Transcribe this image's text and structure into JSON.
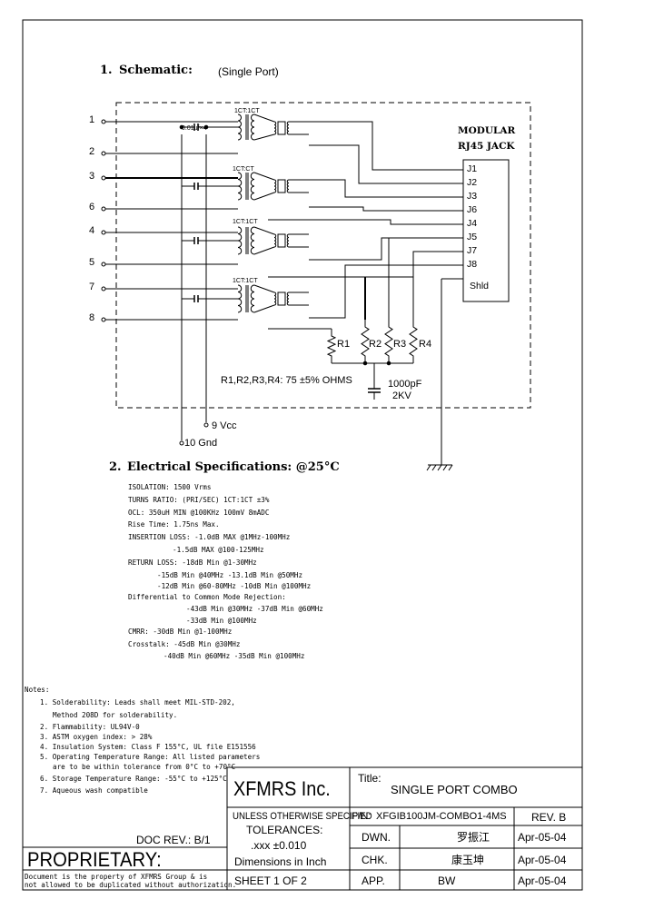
{
  "section1": {
    "num": "1.",
    "title": "Schematic:",
    "subtitle": "(Single Port)"
  },
  "pins": [
    "1",
    "2",
    "3",
    "6",
    "4",
    "5",
    "7",
    "8"
  ],
  "cap_label": "0.01uf×4",
  "ratio_labels": [
    "1CT:1CT",
    "1CT:CT",
    "1CT:1CT",
    "1CT:1CT"
  ],
  "jack": {
    "title_line1": "MODULAR",
    "title_line2": "RJ45 JACK",
    "pins": [
      "J1",
      "J2",
      "J3",
      "J6",
      "J4",
      "J5",
      "J7",
      "J8"
    ],
    "shield": "Shld"
  },
  "resistors": [
    "R1",
    "R2",
    "R3",
    "R4"
  ],
  "resistor_note": "R1,R2,R3,R4:  75  ±5%  OHMS",
  "hv_cap": {
    "value": "1000pF",
    "rating": "2KV"
  },
  "power": {
    "vcc": "9  Vcc",
    "gnd": "10  Gnd"
  },
  "section2": {
    "num": "2.",
    "title": "Electrical    Specifications:  @25°C"
  },
  "specs": [
    "ISOLATION:  1500 Vrms",
    "TURNS RATIO:  (PRI/SEC)  1CT:1CT ±3%",
    "OCL:  350uH MIN @100KHz 100mV 8mADC",
    "Rise Time: 1.75ns Max.",
    "INSERTION LOSS:  -1.0dB MAX @1MHz-100MHz",
    "-1.5dB MAX @100-125MHz",
    "RETURN LOSS:  -18dB Min @1-30MHz",
    "-15dB Min @40MHz -13.1dB Min @50MHz",
    "-12dB Min @60-80MHz -10dB Min @100MHz",
    "Differential to Common Mode Rejection:",
    "-43dB Min @30MHz -37dB Min @60MHz",
    "-33dB Min @100MHz",
    "CMRR: -30dB Min @1-100MHz",
    "Crosstalk:  -45dB Min @30MHz",
    "-40dB Min @60MHz  -35dB Min @100MHz"
  ],
  "notes_title": "Notes:",
  "notes": [
    "1.  Solderability: Leads shall meet MIL-STD-202,",
    "Method 208D for solderability.",
    "2.  Flammability: UL94V-0",
    "3.  ASTM oxygen index: > 28%",
    "4.  Insulation System: Class F 155°C, UL file E151556",
    "5.  Operating Temperature Range: All listed parameters",
    "are to be within tolerance from 0°C to +70°C",
    "6.  Storage Temperature Range: -55°C to +125°C",
    "7.  Aqueous wash compatible"
  ],
  "title_block": {
    "company": "XFMRS Inc.",
    "title_label": "Title:",
    "title": "SINGLE PORT COMBO",
    "unless": "UNLESS OTHERWISE SPECIFIED",
    "pn_label": "P/N:",
    "pn": "XFGIB100JM-COMBO1-4MS",
    "rev": "REV. B",
    "tol_label": "TOLERANCES:",
    "tol_value": ".xxx  ±0.010",
    "dims": "Dimensions  in  Inch",
    "sheet": "SHEET  1  OF  2",
    "dwn": "DWN.",
    "dwn_name": "罗振江",
    "dwn_date": "Apr-05-04",
    "chk": "CHK.",
    "chk_name": "康玉坤",
    "chk_date": "Apr-05-04",
    "app": "APP.",
    "app_name": "BW",
    "app_date": "Apr-05-04",
    "doc_rev": "DOC  REV.:  B/1",
    "proprietary": "PROPRIETARY:",
    "prop_text1": "Document is the property of XFMRS Group & is",
    "prop_text2": "not allowed to be duplicated without authorization."
  }
}
